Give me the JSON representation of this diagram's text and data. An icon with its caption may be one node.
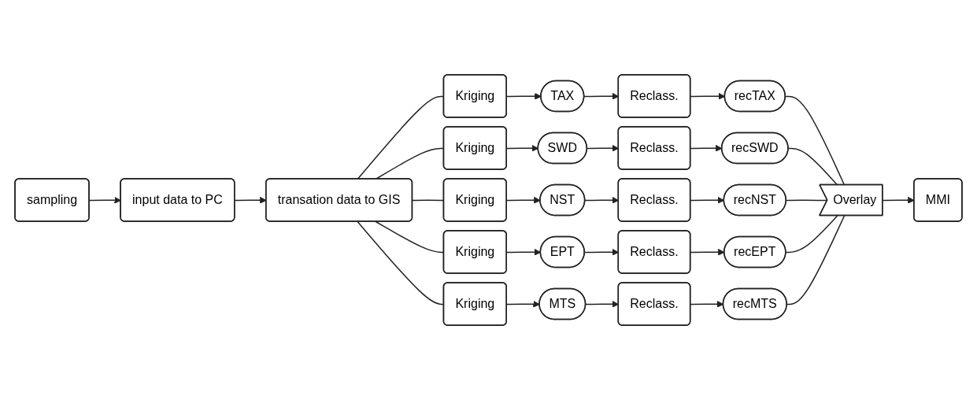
{
  "diagram": {
    "nodes": [
      {
        "text": [
          "sampling"
        ]
      },
      {
        "text": [
          "input data to PC"
        ]
      },
      {
        "text": [
          "transation data to GIS"
        ]
      },
      {
        "text": [
          "Kriging"
        ]
      },
      {
        "text": [
          "TAX"
        ]
      },
      {
        "text": [
          "Reclass."
        ]
      },
      {
        "text": [
          "recTAX"
        ]
      },
      {
        "text": [
          "Kriging"
        ]
      },
      {
        "text": [
          "SWD"
        ]
      },
      {
        "text": [
          "Reclass."
        ]
      },
      {
        "text": [
          "recSWD"
        ]
      },
      {
        "text": [
          "Kriging"
        ]
      },
      {
        "text": [
          "NST"
        ]
      },
      {
        "text": [
          "Reclass."
        ]
      },
      {
        "text": [
          "recNST"
        ]
      },
      {
        "text": [
          "Kriging"
        ]
      },
      {
        "text": [
          "EPT"
        ]
      },
      {
        "text": [
          "Reclass."
        ]
      },
      {
        "text": [
          "recEPT"
        ]
      },
      {
        "text": [
          "Kriging"
        ]
      },
      {
        "text": [
          "MTS"
        ]
      },
      {
        "text": [
          "Reclass."
        ]
      },
      {
        "text": [
          "recMTS"
        ]
      },
      {
        "text": [
          "Overlay"
        ]
      },
      {
        "text": [
          "MMI"
        ]
      }
    ],
    "edges": [
      {
        "from": 0,
        "to": 1,
        "arrow": "to"
      },
      {
        "from": 1,
        "to": 2,
        "arrow": "to"
      },
      {
        "from": 2,
        "to": 3,
        "arrow": "none"
      },
      {
        "from": 2,
        "to": 7,
        "arrow": "none"
      },
      {
        "from": 2,
        "to": 11,
        "arrow": "none"
      },
      {
        "from": 2,
        "to": 15,
        "arrow": "none"
      },
      {
        "from": 2,
        "to": 19,
        "arrow": "none"
      },
      {
        "from": 3,
        "to": 4,
        "arrow": "to"
      },
      {
        "from": 4,
        "to": 5,
        "arrow": "to"
      },
      {
        "from": 5,
        "to": 6,
        "arrow": "to"
      },
      {
        "from": 7,
        "to": 8,
        "arrow": "to"
      },
      {
        "from": 8,
        "to": 9,
        "arrow": "to"
      },
      {
        "from": 9,
        "to": 10,
        "arrow": "to"
      },
      {
        "from": 11,
        "to": 12,
        "arrow": "to"
      },
      {
        "from": 12,
        "to": 13,
        "arrow": "to"
      },
      {
        "from": 13,
        "to": 14,
        "arrow": "to"
      },
      {
        "from": 15,
        "to": 16,
        "arrow": "to"
      },
      {
        "from": 16,
        "to": 17,
        "arrow": "to"
      },
      {
        "from": 17,
        "to": 18,
        "arrow": "to"
      },
      {
        "from": 19,
        "to": 20,
        "arrow": "to"
      },
      {
        "from": 20,
        "to": 21,
        "arrow": "to"
      },
      {
        "from": 21,
        "to": 22,
        "arrow": "to"
      },
      {
        "from": 6,
        "to": 23,
        "arrow": "none"
      },
      {
        "from": 10,
        "to": 23,
        "arrow": "none"
      },
      {
        "from": 14,
        "to": 23,
        "arrow": "none"
      },
      {
        "from": 18,
        "to": 23,
        "arrow": "none"
      },
      {
        "from": 22,
        "to": 23,
        "arrow": "none"
      },
      {
        "from": 23,
        "to": 24,
        "arrow": "to"
      }
    ]
  }
}
